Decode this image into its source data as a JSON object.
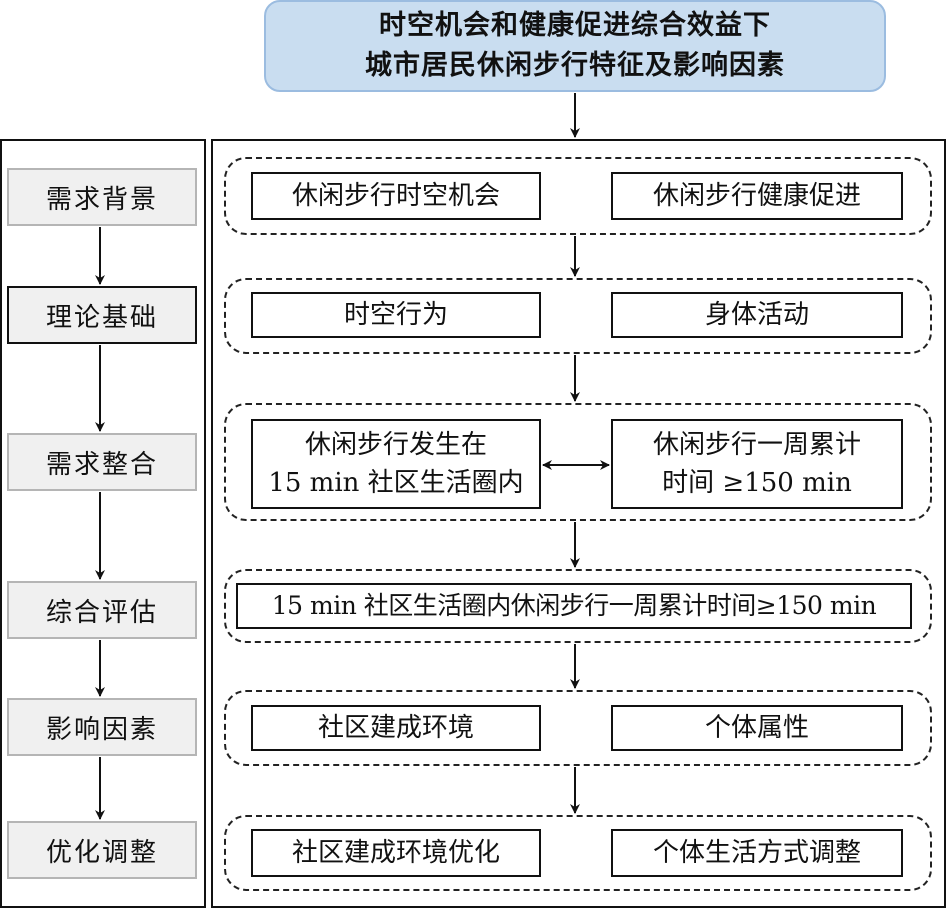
{
  "title": {
    "line1": "时空机会和健康促进综合效益下",
    "line2": "城市居民休闲步行特征及影响因素"
  },
  "stages": [
    {
      "label": "需求背景"
    },
    {
      "label": "理论基础"
    },
    {
      "label": "需求整合"
    },
    {
      "label": "综合评估"
    },
    {
      "label": "影响因素"
    },
    {
      "label": "优化调整"
    }
  ],
  "groups": {
    "background": {
      "left": "休闲步行时空机会",
      "right": "休闲步行健康促进"
    },
    "theory": {
      "left": "时空行为",
      "right": "身体活动"
    },
    "integration": {
      "left_line1": "休闲步行发生在",
      "left_line2": "15 min 社区生活圈内",
      "right_line1": "休闲步行一周累计",
      "right_line2": "时间 ≥150 min"
    },
    "evaluation": {
      "text": "15 min 社区生活圈内休闲步行一周累计时间≥150 min"
    },
    "factors": {
      "left": "社区建成环境",
      "right": "个体属性"
    },
    "optimization": {
      "left": "社区建成环境优化",
      "right": "个体生活方式调整"
    }
  }
}
